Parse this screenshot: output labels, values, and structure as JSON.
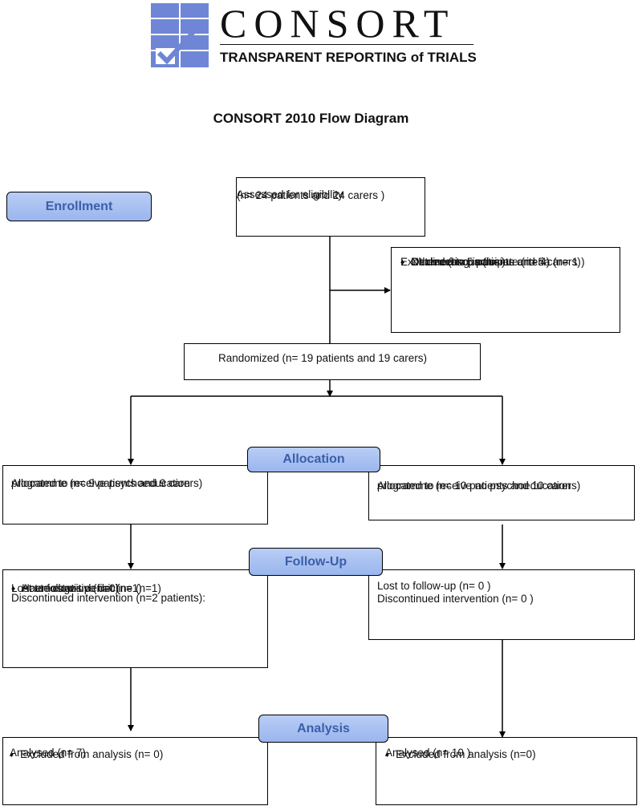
{
  "logo": {
    "word": "CONSORT",
    "tagline": "TRANSPARENT REPORTING of TRIALS",
    "color": "#6f86d6"
  },
  "title": "CONSORT 2010 Flow Diagram",
  "stages": {
    "enrollment": "Enrollment",
    "allocation": "Allocation",
    "followup": "Follow-Up",
    "analysis": "Analysis"
  },
  "enrollment": {
    "assessed_line1": "Assessed for eligibility",
    "assessed_line2": "(n= 24 patients and 24 carers )",
    "excluded_title": "Excluded  (n= 5 patients and 5 carers)",
    "excluded_items": [
      "Not meeting inclusion criteria (n= 1 )",
      "Declined to participate (n=  4)",
      "Other reasons (n=  )"
    ],
    "randomized": "Randomized (n= 19 patients and 19 carers)"
  },
  "allocation": {
    "left_line1": "Allocated to receive psychoeducation",
    "left_line2": "programme (n= 9 patients and 9 carers)",
    "right_line1": "Allocated to receive no psychoeducation",
    "right_line2": "programme (n= 10 patients and 10 carers)"
  },
  "followup": {
    "left_lost": "Lost to follow-up (n=0)",
    "left_disc": "Discontinued intervention (n=2 patients):",
    "left_items": [
      "Acute cognitive decline (n=1)",
      "Haemostatis deficit (n=1)"
    ],
    "right_lost": "Lost to follow-up (n= 0 )",
    "right_disc": "Discontinued intervention (n= 0 )"
  },
  "analysis": {
    "left_analysed": "Analysed  (n= 7)",
    "left_excluded": "Excluded from analysis (n= 0)",
    "right_analysed": "Analysed  (n= 10 )",
    "right_excluded": "Excluded from analysis (n=0)"
  }
}
